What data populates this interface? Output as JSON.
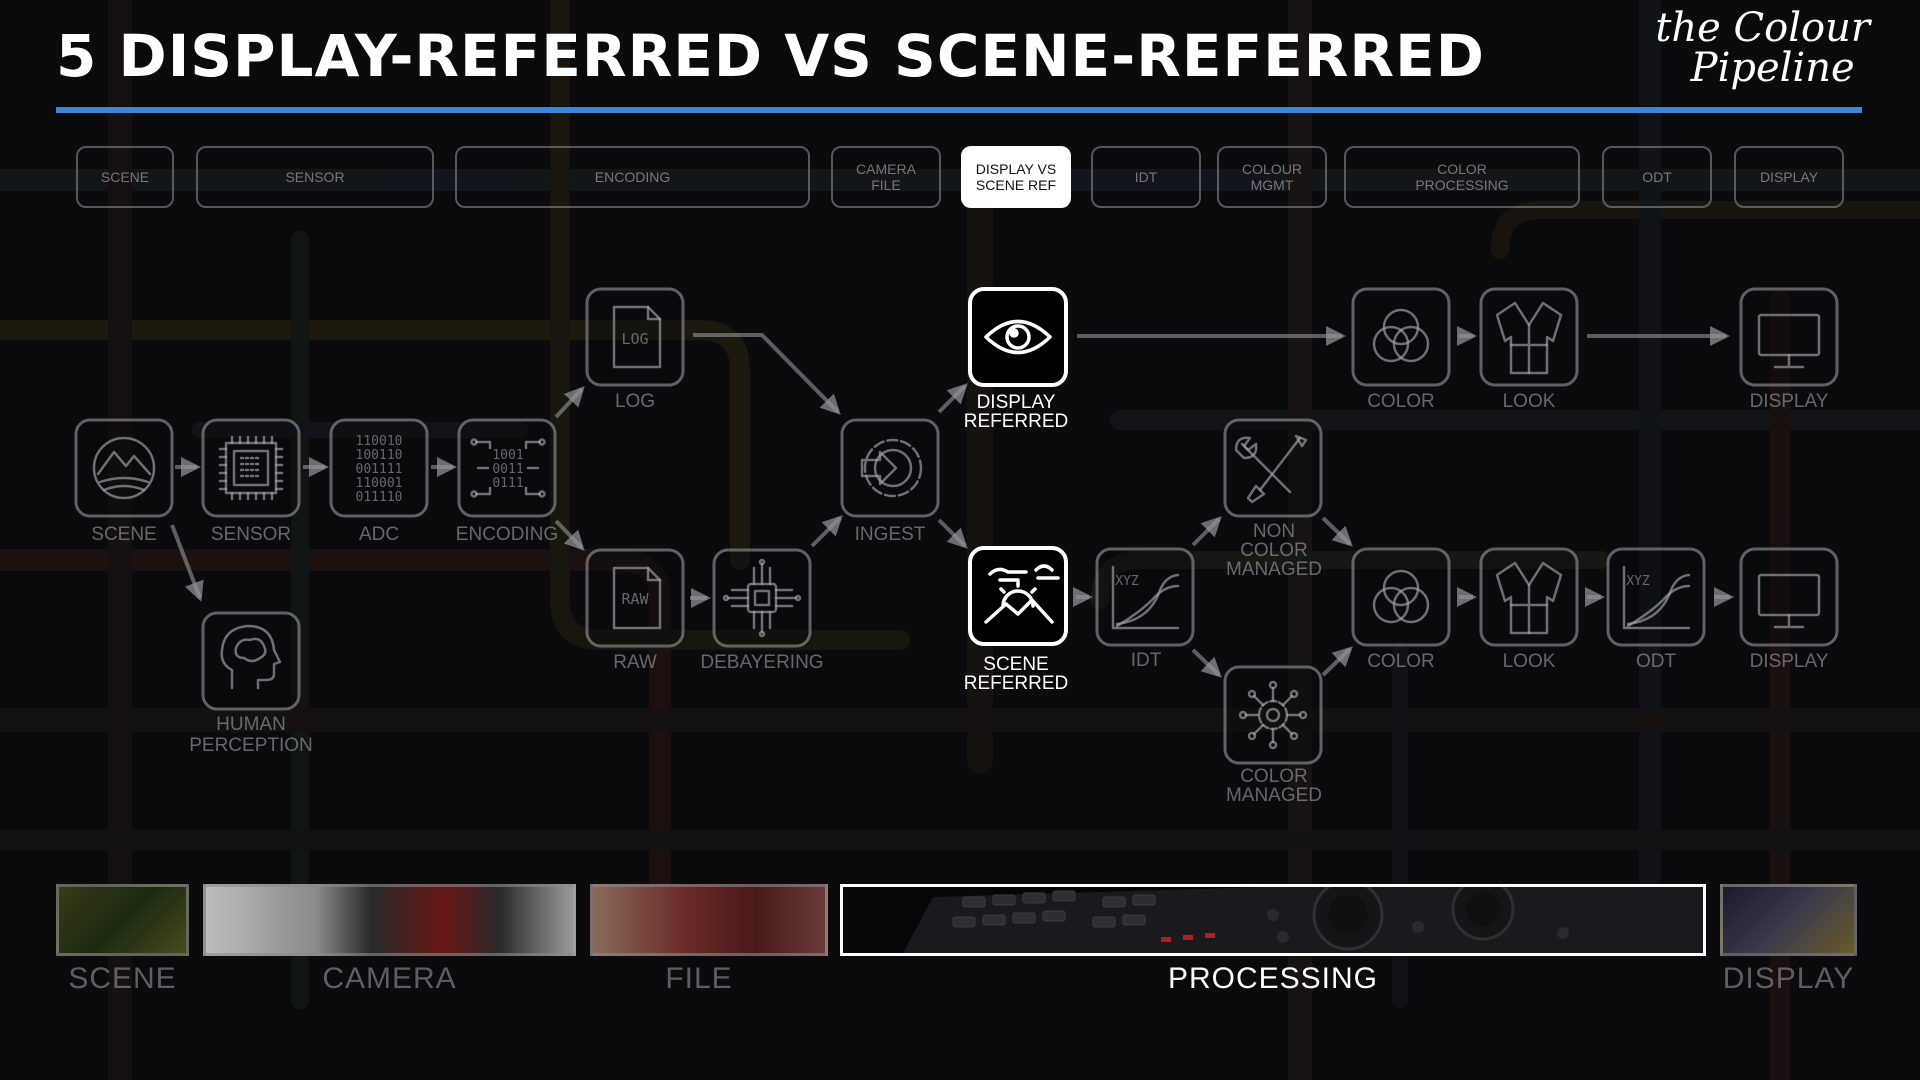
{
  "header": {
    "title": "5 DISPLAY-REFERRED VS SCENE-REFERRED",
    "logo_line1": "the Colour",
    "logo_line2": "Pipeline"
  },
  "nav": {
    "steps": [
      {
        "label": "SCENE",
        "active": false
      },
      {
        "label": "SENSOR",
        "active": false
      },
      {
        "label": "ENCODING",
        "active": false
      },
      {
        "label": "CAMERA\nFILE",
        "active": false
      },
      {
        "label": "DISPLAY VS\nSCENE REF",
        "active": true
      },
      {
        "label": "IDT",
        "active": false
      },
      {
        "label": "COLOUR\nMGMT",
        "active": false
      },
      {
        "label": "COLOR\nPROCESSING",
        "active": false
      },
      {
        "label": "ODT",
        "active": false
      },
      {
        "label": "DISPLAY",
        "active": false
      }
    ]
  },
  "diagram": {
    "nodes": [
      {
        "id": "scene",
        "label": [
          "SCENE"
        ],
        "icon": "landscape-icon",
        "highlight": false
      },
      {
        "id": "sensor",
        "label": [
          "SENSOR"
        ],
        "icon": "sensor-chip-icon",
        "highlight": false
      },
      {
        "id": "adc",
        "label": [
          "ADC"
        ],
        "icon": "binary-icon",
        "icon_text": [
          "110010",
          "100110",
          "001111",
          "110001",
          "011110"
        ],
        "highlight": false
      },
      {
        "id": "encoding",
        "label": [
          "ENCODING"
        ],
        "icon": "encoding-circuit-icon",
        "icon_text": [
          "1001",
          "0011",
          "0111"
        ],
        "highlight": false
      },
      {
        "id": "human",
        "label": [
          "HUMAN",
          "PERCEPTION"
        ],
        "icon": "brain-head-icon",
        "highlight": false
      },
      {
        "id": "log",
        "label": [
          "LOG"
        ],
        "icon": "log-file-icon",
        "icon_text": [
          "LOG"
        ],
        "highlight": false
      },
      {
        "id": "raw",
        "label": [
          "RAW"
        ],
        "icon": "raw-file-icon",
        "icon_text": [
          "RAW"
        ],
        "highlight": false
      },
      {
        "id": "debayering",
        "label": [
          "DEBAYERING"
        ],
        "icon": "processor-chip-icon",
        "highlight": false
      },
      {
        "id": "ingest",
        "label": [
          "INGEST"
        ],
        "icon": "ingest-gear-icon",
        "highlight": false
      },
      {
        "id": "display_referred",
        "label": [
          "DISPLAY",
          "REFERRED"
        ],
        "icon": "eye-icon",
        "highlight": true
      },
      {
        "id": "scene_referred",
        "label": [
          "SCENE",
          "REFERRED"
        ],
        "icon": "sun-landscape-icon",
        "highlight": true
      },
      {
        "id": "idt",
        "label": [
          "IDT"
        ],
        "icon": "xyz-curve-icon",
        "icon_text": [
          "XYZ"
        ],
        "highlight": false
      },
      {
        "id": "non_cm",
        "label": [
          "NON",
          "COLOR",
          "MANAGED"
        ],
        "icon": "tools-icon",
        "highlight": false
      },
      {
        "id": "cm",
        "label": [
          "COLOR",
          "MANAGED"
        ],
        "icon": "network-gear-icon",
        "highlight": false
      },
      {
        "id": "color_top",
        "label": [
          "COLOR"
        ],
        "icon": "rgb-circles-icon",
        "highlight": false
      },
      {
        "id": "look_top",
        "label": [
          "LOOK"
        ],
        "icon": "robe-icon",
        "highlight": false
      },
      {
        "id": "display_top",
        "label": [
          "DISPLAY"
        ],
        "icon": "monitor-icon",
        "highlight": false
      },
      {
        "id": "color_bottom",
        "label": [
          "COLOR"
        ],
        "icon": "rgb-circles-icon",
        "highlight": false
      },
      {
        "id": "look_bottom",
        "label": [
          "LOOK"
        ],
        "icon": "robe-icon",
        "highlight": false
      },
      {
        "id": "odt",
        "label": [
          "ODT"
        ],
        "icon": "xyz-curve-icon",
        "icon_text": [
          "XYZ"
        ],
        "highlight": false
      },
      {
        "id": "display_bottom",
        "label": [
          "DISPLAY"
        ],
        "icon": "monitor-icon",
        "highlight": false
      }
    ]
  },
  "stages": {
    "items": [
      {
        "label": "SCENE",
        "active": false
      },
      {
        "label": "CAMERA",
        "active": false
      },
      {
        "label": "FILE",
        "active": false
      },
      {
        "label": "PROCESSING",
        "active": true
      },
      {
        "label": "DISPLAY",
        "active": false
      }
    ]
  },
  "colors": {
    "accent_rule": "#3f87d6",
    "highlight": "#ffffff",
    "dim": "#a0a0a5"
  }
}
